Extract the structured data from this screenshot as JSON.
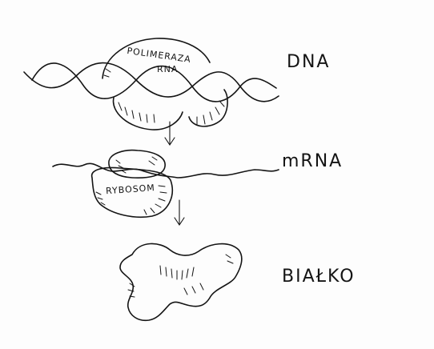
{
  "labels": {
    "dna": "DNA",
    "polymerase_line1": "POLIMERAZA",
    "polymerase_line2": "RNA",
    "mrna": "mRNA",
    "ribosome": "RYBOSOM",
    "protein": "BIAŁKO"
  },
  "colors": {
    "ink": "#141414",
    "paper": "#fdfdfd"
  }
}
